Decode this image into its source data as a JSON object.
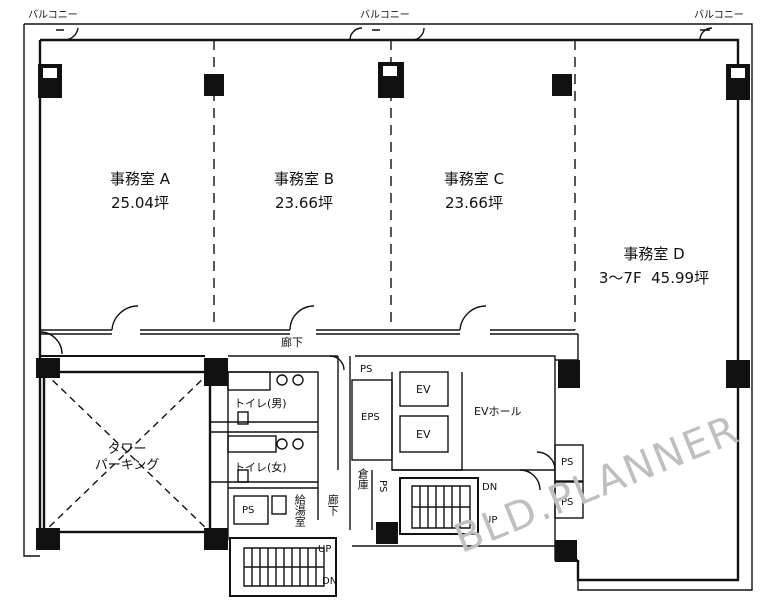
{
  "balconies": [
    "バルコニー",
    "バルコニー",
    "バルコニー"
  ],
  "offices": [
    {
      "name": "事務室 A",
      "area": "25.04坪"
    },
    {
      "name": "事務室 B",
      "area": "23.66坪"
    },
    {
      "name": "事務室 C",
      "area": "23.66坪"
    },
    {
      "name": "事務室 D",
      "area": "3～7F  45.99坪"
    }
  ],
  "corridor": "廊下",
  "parking": {
    "line1": "タワー",
    "line2": "パーキング"
  },
  "restroom_m": "トイレ(男)",
  "restroom_f": "トイレ(女)",
  "kettle": "給湯室",
  "corridor_small": "廊下",
  "storage": "倉庫",
  "ps": "PS",
  "eps": "EPS",
  "ev": "EV",
  "ev_hall": "EVホール",
  "up": "UP",
  "dn": "DN",
  "watermark": "BLD.PLANNER"
}
